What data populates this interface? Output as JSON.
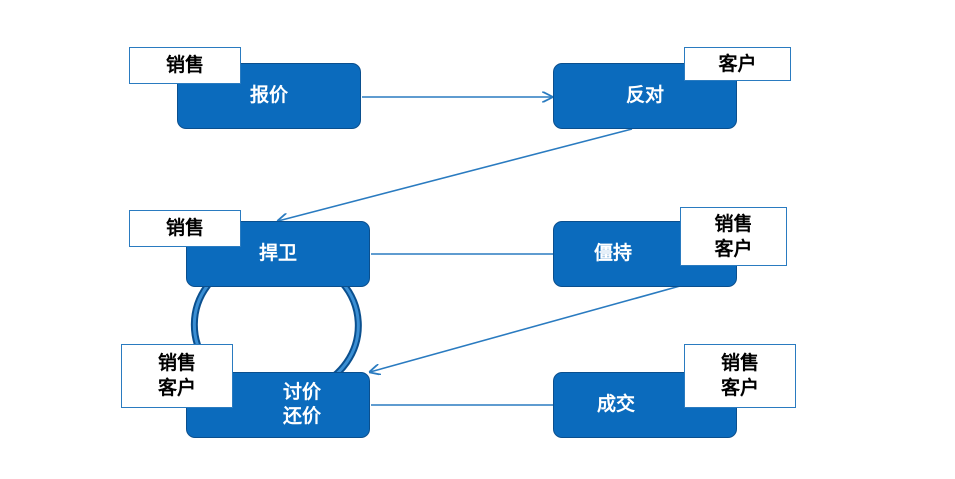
{
  "nodes": {
    "quote": "报价",
    "object": "反对",
    "defend": "捍卫",
    "deadlock": "僵持",
    "bargain": "讨价\n还价",
    "deal": "成交"
  },
  "tags": {
    "quote": "销售",
    "object": "客户",
    "defend": "销售",
    "deadlock": "销售\n客户",
    "bargain": "销售\n客户",
    "deal": "销售\n客户"
  },
  "colors": {
    "node_fill": "#0b6bbd",
    "node_border": "#0a4f8e",
    "connector": "#2a7bc0",
    "tag_border": "#2a7bc0"
  }
}
